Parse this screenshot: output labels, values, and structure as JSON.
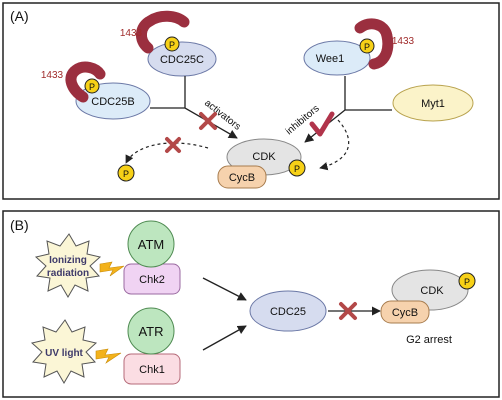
{
  "panel_a": {
    "label": "(A)",
    "proteins": {
      "cdc25c": "CDC25C",
      "cdc25b": "CDC25B",
      "wee1": "Wee1",
      "myt1": "Myt1",
      "cdk": "CDK",
      "cycb": "CycB"
    },
    "binding_label": "1433",
    "phospho": "P",
    "activators": "activators",
    "inhibitors": "inhibitors"
  },
  "panel_b": {
    "label": "(B)",
    "kinases": {
      "atm": "ATM",
      "chk2": "Chk2",
      "atr": "ATR",
      "chk1": "Chk1"
    },
    "stress": {
      "ionizing_line1": "Ionizing",
      "ionizing_line2": "radiation",
      "uv": "UV light"
    },
    "cdc25": "CDC25",
    "cdk": "CDK",
    "cycb": "CycB",
    "phospho": "P",
    "outcome": "G2 arrest"
  },
  "colors": {
    "cdc25_fill": "#d6dcef",
    "wee1_fill": "#dcebf8",
    "myt1_fill": "#fbf3c9",
    "cdk_fill": "#e4e4e4",
    "cycb_fill": "#f6d2ad",
    "phospho_fill": "#f7d117",
    "binding_protein": "#9b2f3f",
    "kinase_circle": "#bde6bf",
    "chk_box": "#f0d3f3",
    "chk1_box": "#fbdde3",
    "burst_fill": "#fbf6d6",
    "bolt": "#f3b21b",
    "block_x": "#b34848",
    "check": "#b1344b"
  }
}
